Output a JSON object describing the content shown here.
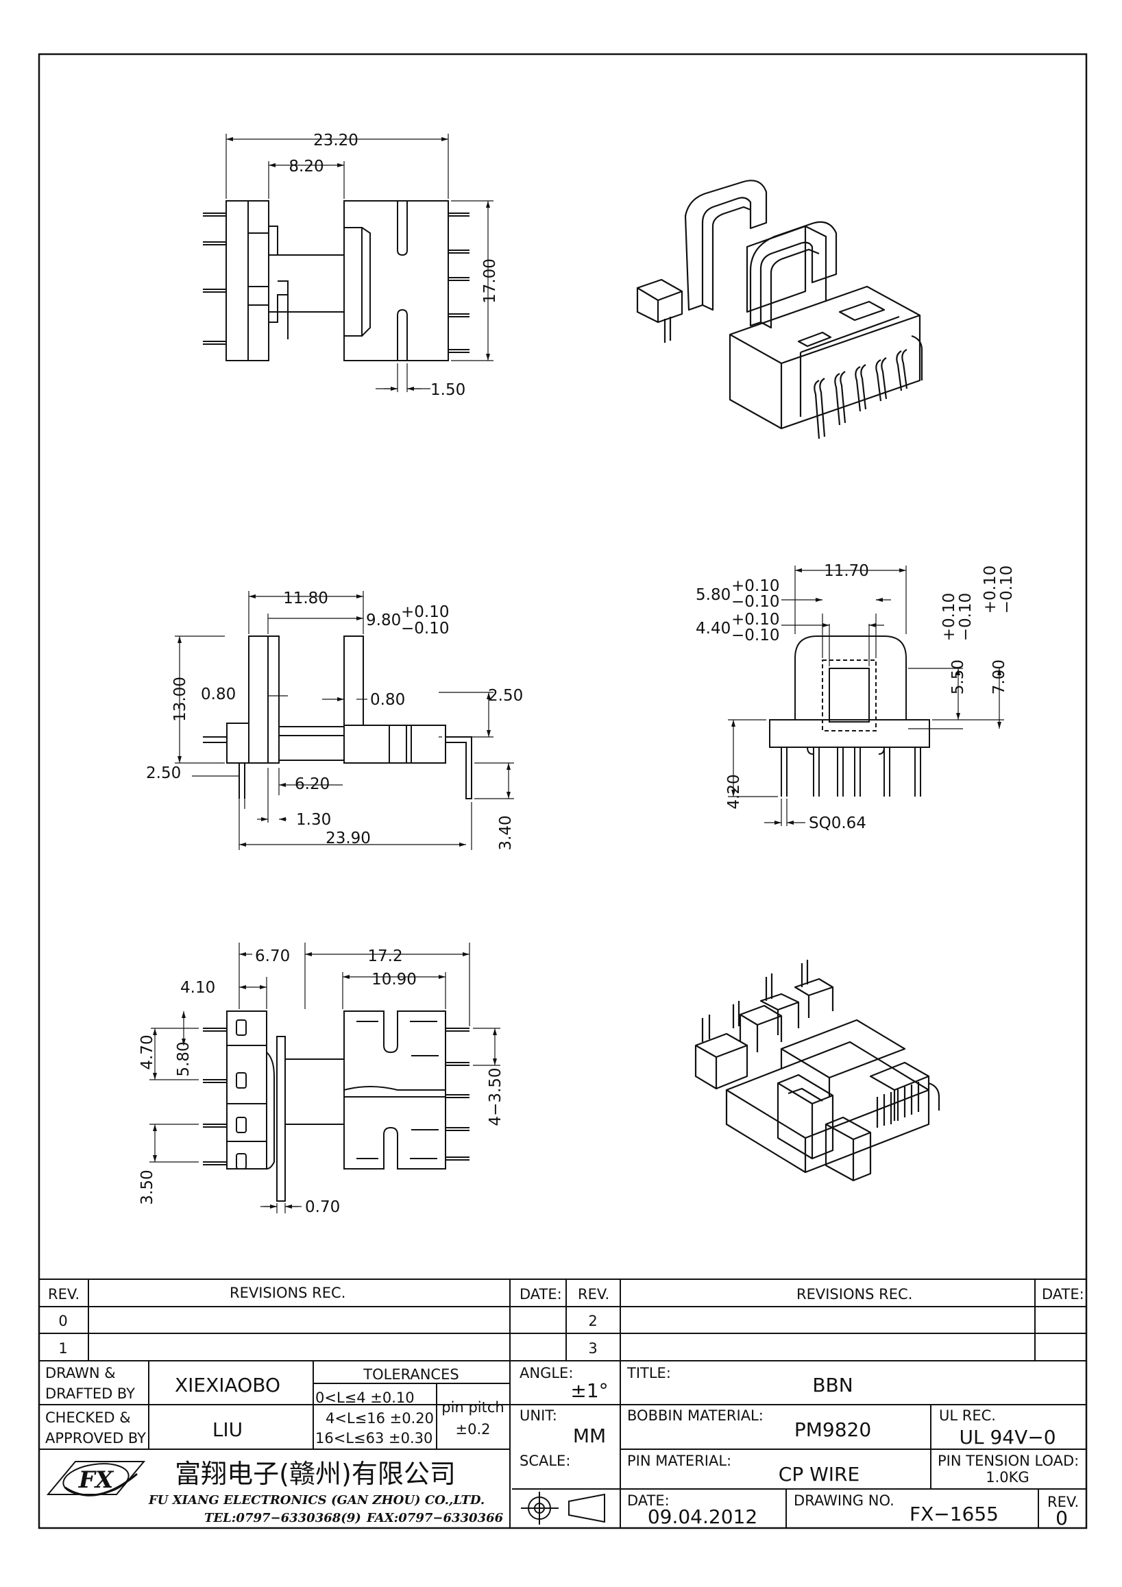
{
  "dimensions": {
    "top": {
      "w_23_20": "23.20",
      "w_8_20": "8.20",
      "h_17_00": "17.00",
      "w_1_50": "1.50"
    },
    "mid_left": {
      "w_11_80": "11.80",
      "w_9_80": "9.80",
      "tol_9_80_plus": "+0.10",
      "tol_9_80_minus": "−0.10",
      "h_13_00": "13.00",
      "w_0_80a": "0.80",
      "w_0_80b": "0.80",
      "w_2_50a": "2.50",
      "w_2_50b": "2.50",
      "w_6_20": "6.20",
      "w_1_30": "1.30",
      "w_23_90": "23.90",
      "h_3_40": "3.40"
    },
    "mid_right": {
      "w_11_70": "11.70",
      "w_5_80": "5.80",
      "tol_5_80_plus": "+0.10",
      "tol_5_80_minus": "−0.10",
      "w_4_40": "4.40",
      "tol_4_40_plus": "+0.10",
      "tol_4_40_minus": "−0.10",
      "h_5_50": "5.50",
      "tol_5_50_plus": "+0.10",
      "tol_5_50_minus": "−0.10",
      "h_7_00": "7.00",
      "tol_7_00_plus": "+0.10",
      "tol_7_00_minus": "−0.10",
      "h_4_20": "4.20",
      "sq": "SQ0.64"
    },
    "bottom": {
      "w_6_70": "6.70",
      "w_17_2": "17.2",
      "w_10_90": "10.90",
      "w_4_10": "4.10",
      "h_4_70": "4.70",
      "h_5_80": "5.80",
      "h_3_50": "3.50",
      "h_4x3_50": "4−3.50",
      "w_0_70": "0.70"
    }
  },
  "title_block": {
    "rev_header": "REV.",
    "revisions_header": "REVISIONS   REC.",
    "date_header": "DATE:",
    "rev_rows_left": [
      "0",
      "1"
    ],
    "rev_rows_right": [
      "2",
      "3"
    ],
    "drawn_label_1": "DRAWN  &",
    "drawn_label_2": "DRAFTED BY",
    "drawn_value": "XIEXIAOBO",
    "checked_label_1": "CHECKED &",
    "checked_label_2": "APPROVED BY",
    "checked_value": "LIU",
    "tolerances_label": "TOLERANCES",
    "tol_row_1": "0<L≤4   ±0.10",
    "tol_row_2": "4<L≤16  ±0.20",
    "tol_row_3": "16<L≤63 ±0.30",
    "pin_pitch_label": "pin pitch",
    "pin_pitch_value": "±0.2",
    "angle_label": "ANGLE:",
    "angle_value": "±1°",
    "unit_label": "UNIT:",
    "unit_value": "MM",
    "scale_label": "SCALE:",
    "title_label": "TITLE:",
    "title_value": "BBN",
    "bobbin_material_label": "BOBBIN MATERIAL:",
    "bobbin_material_value": "PM9820",
    "ul_rec_label": "UL  REC.",
    "ul_rec_value": "UL 94V−0",
    "pin_material_label": "PIN MATERIAL:",
    "pin_material_value": "CP  WIRE",
    "pin_tension_label": "PIN TENSION LOAD:",
    "pin_tension_value": "1.0KG",
    "date_label": "DATE:",
    "date_value": "09.04.2012",
    "drawing_no_label": "DRAWING  NO.",
    "drawing_no_value": "FX−1655",
    "rev_label": "REV.",
    "rev_value": "0",
    "company_cn": "富翔电子(赣州)有限公司",
    "company_en": "FU XIANG ELECTRONICS (GAN ZHOU) CO.,LTD.",
    "tel": "TEL:0797−6330368(9)",
    "fax": "FAX:0797−6330366",
    "logo_text": "FX"
  }
}
